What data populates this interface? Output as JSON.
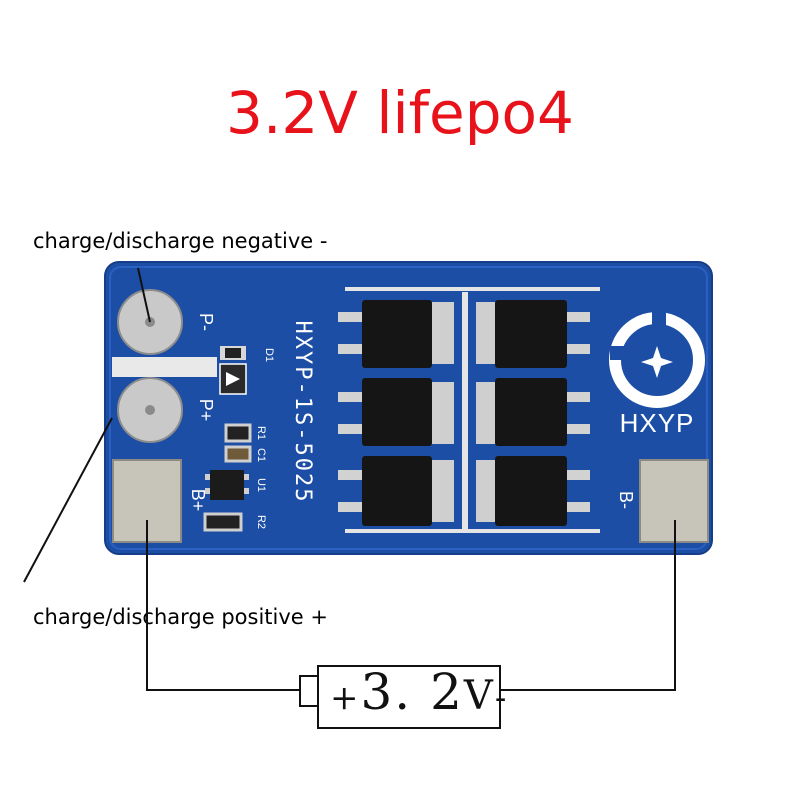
{
  "title": {
    "text": "3.2V  lifepo4",
    "color": "#e8121b"
  },
  "captions": {
    "negative": "charge/discharge negative -",
    "positive": "charge/discharge positive +"
  },
  "board": {
    "color": "#1f4fa8",
    "silkscreen_model": "HXYP-1S-5025",
    "brand": "HXYP",
    "pad_labels": {
      "p_minus": "P-",
      "p_plus": "P+",
      "b_plus": "B+",
      "b_minus": "B-"
    },
    "component_labels": {
      "d1": "D1",
      "r1": "R1",
      "c1": "C1",
      "u1": "U1",
      "r2": "R2"
    },
    "mosfet_count": 6
  },
  "battery": {
    "plus": "+",
    "voltage": "3. 2",
    "unit": "V",
    "minus": "-"
  }
}
